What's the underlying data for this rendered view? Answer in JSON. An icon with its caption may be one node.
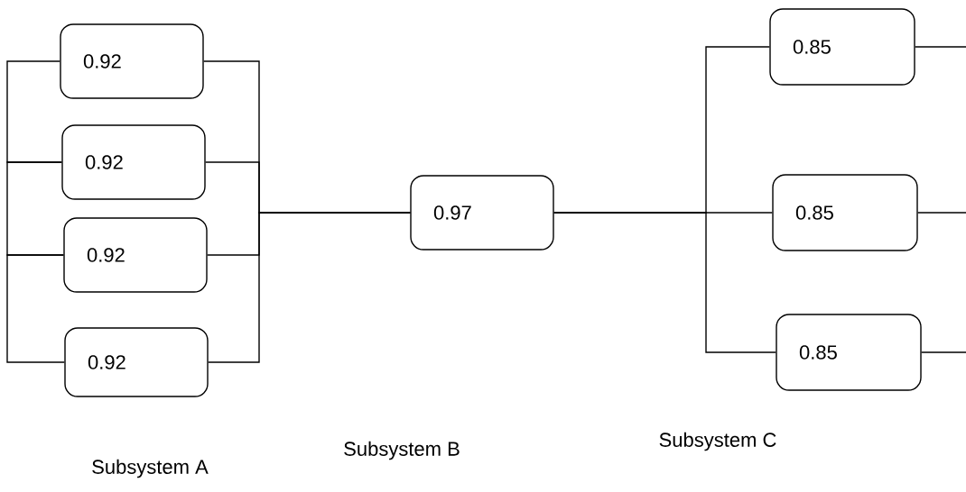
{
  "diagram": {
    "nodes": [
      {
        "text": [
          "0.92"
        ]
      },
      {
        "text": [
          "0.92"
        ]
      },
      {
        "text": [
          "0.92"
        ]
      },
      {
        "text": [
          "0.92"
        ]
      },
      {
        "text": [
          "0.97"
        ]
      },
      {
        "text": [
          "0.85"
        ]
      },
      {
        "text": [
          "0.85"
        ]
      },
      {
        "text": [
          "0.85"
        ]
      }
    ],
    "edges": [
      {
        "from": 0,
        "to": 1,
        "arrow": "none"
      },
      {
        "from": 1,
        "to": 2,
        "arrow": "none"
      },
      {
        "from": 2,
        "to": 3,
        "arrow": "none"
      },
      {
        "from": 0,
        "to": 4,
        "arrow": "none"
      },
      {
        "from": 1,
        "to": 4,
        "arrow": "none"
      },
      {
        "from": 2,
        "to": 4,
        "arrow": "none"
      },
      {
        "from": 3,
        "to": 4,
        "arrow": "none"
      },
      {
        "from": 4,
        "to": 5,
        "arrow": "none"
      },
      {
        "from": 4,
        "to": 6,
        "arrow": "none"
      },
      {
        "from": 4,
        "to": 7,
        "arrow": "none"
      },
      {
        "from": 5,
        "to": null,
        "arrow": "none"
      },
      {
        "from": 6,
        "to": null,
        "arrow": "none"
      },
      {
        "from": 7,
        "to": null,
        "arrow": "none"
      }
    ],
    "labels": [
      "Subsystem A",
      "Subsystem B",
      "Subsystem C"
    ]
  }
}
